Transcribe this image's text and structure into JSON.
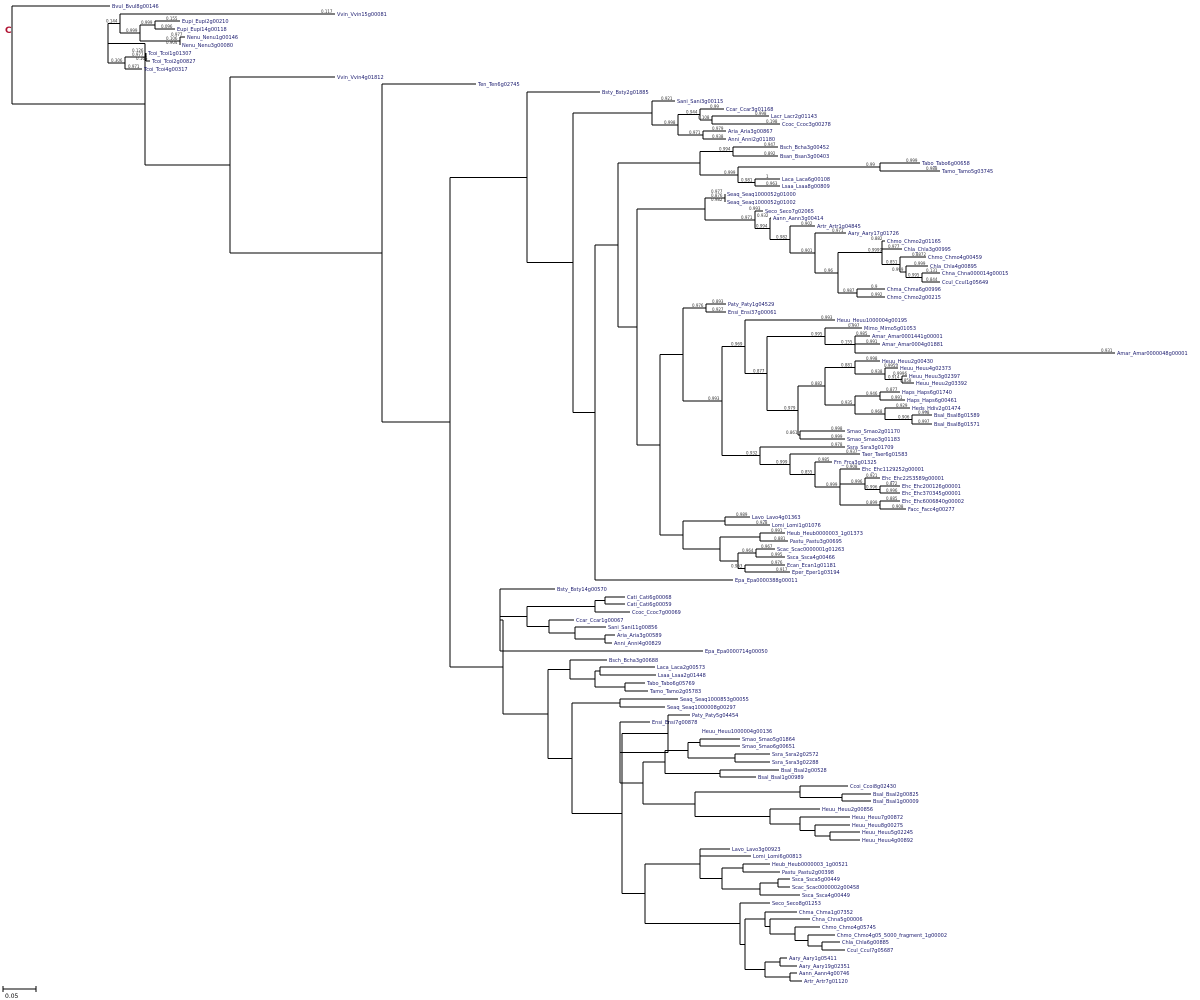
{
  "tree": {
    "scale_bar_label": "0.05",
    "root_marker": "C",
    "leaves": [
      {
        "id": "l1",
        "label": "Bvul_Bvul8g00146"
      },
      {
        "id": "l2",
        "label": "Vvin_Vvin15g00081"
      },
      {
        "id": "l3",
        "label": "Eupi_Eupi2g00210"
      },
      {
        "id": "l4",
        "label": "Eupi_Eupi14g00118"
      },
      {
        "id": "l5",
        "label": "Nenu_Nenu1g00146"
      },
      {
        "id": "l6",
        "label": "Nenu_Nenu3g00080"
      },
      {
        "id": "l7",
        "label": "Tcoi_Tcoi1g01307"
      },
      {
        "id": "l8",
        "label": "Tcoi_Tcoi2g00827"
      },
      {
        "id": "l9",
        "label": "Tcoi_Tcoi4g00317"
      },
      {
        "id": "l10",
        "label": "Vvin_Vvin4g01812"
      },
      {
        "id": "l11",
        "label": "Ten_Ten6g02745"
      },
      {
        "id": "l12",
        "label": "Bsty_Bsty2g01885"
      },
      {
        "id": "l13",
        "label": "Sani_Sani3g00115"
      },
      {
        "id": "l14",
        "label": "Ccar_Ccar3g01168"
      },
      {
        "id": "l15",
        "label": "Lacr_Lacr2g01143"
      },
      {
        "id": "l16",
        "label": "Ccoc_Ccoc3g00278"
      },
      {
        "id": "l17",
        "label": "Aria_Aria3g00867"
      },
      {
        "id": "l18",
        "label": "Anni_Anni2g01180"
      },
      {
        "id": "l19",
        "label": "Bsch_Bcha3g00452"
      },
      {
        "id": "l20",
        "label": "Bsan_Bsan3g00403"
      },
      {
        "id": "l21",
        "label": "Tabo_Tabo6g00658"
      },
      {
        "id": "l22",
        "label": "Tamo_Tamo5g03745"
      },
      {
        "id": "l23",
        "label": "Laca_Laca6g00108"
      },
      {
        "id": "l24",
        "label": "Lsaa_Lsaa8g00809"
      },
      {
        "id": "l25",
        "label": "Seaq_Seaq1000052g01000"
      },
      {
        "id": "l26",
        "label": "Seaq_Seaq1000052g01002"
      },
      {
        "id": "l27",
        "label": "Seco_Seco7g02065"
      },
      {
        "id": "l28",
        "label": "Aann_Aann3g00414"
      },
      {
        "id": "l29",
        "label": "Artr_Artr1g04845"
      },
      {
        "id": "l30",
        "label": "Aary_Aary17g01726"
      },
      {
        "id": "l31",
        "label": "Chmo_Chmo2g01165"
      },
      {
        "id": "l32",
        "label": "Chla_Chla3g00995"
      },
      {
        "id": "l33",
        "label": "Chmo_Chmo4g00459"
      },
      {
        "id": "l34",
        "label": "Chla_Chla4g00895"
      },
      {
        "id": "l35",
        "label": "Chna_Chna000014g00015"
      },
      {
        "id": "l36",
        "label": "Ccul_Ccul1g05649"
      },
      {
        "id": "l37",
        "label": "Chma_Chma6g00996"
      },
      {
        "id": "l38",
        "label": "Chmo_Chmo2g00215"
      },
      {
        "id": "l39",
        "label": "Paty_Paty1g04529"
      },
      {
        "id": "l40",
        "label": "Ensi_Ensi37g00061"
      },
      {
        "id": "l41",
        "label": "Heuu_Heuu1000004g00195"
      },
      {
        "id": "l42",
        "label": "Mimo_Mimo5g01053"
      },
      {
        "id": "l43",
        "label": "Amar_Amar0001441g00001"
      },
      {
        "id": "l44",
        "label": "Amar_Amar0004g01881"
      },
      {
        "id": "l45",
        "label": "Amar_Amar0000048g00001"
      },
      {
        "id": "l46",
        "label": "Heuu_Heuu2g00430"
      },
      {
        "id": "l47",
        "label": "Heuu_Heuu4g02373"
      },
      {
        "id": "l48",
        "label": "Heuu_Heuu3g02397"
      },
      {
        "id": "l49",
        "label": "Heuu_Heuu2g03392"
      },
      {
        "id": "l50",
        "label": "Haps_Haps6g01740"
      },
      {
        "id": "l51",
        "label": "Haps_Haps6g00461"
      },
      {
        "id": "l52",
        "label": "Heds_Hdiv2g01474"
      },
      {
        "id": "l53",
        "label": "Bsal_Bsal8g01589"
      },
      {
        "id": "l54",
        "label": "Bsal_Bsal8g01571"
      },
      {
        "id": "l55",
        "label": "Smao_Smao2g01170"
      },
      {
        "id": "l56",
        "label": "Smao_Smao3g01183"
      },
      {
        "id": "l57",
        "label": "Ssra_Ssra3g01709"
      },
      {
        "id": "l58",
        "label": "Taer_Taer6g01583"
      },
      {
        "id": "l59",
        "label": "Frn_Frca3g01325"
      },
      {
        "id": "l60",
        "label": "Ehc_Ehc1129252g00001"
      },
      {
        "id": "l61",
        "label": "Ehc_Ehc2253589g00001"
      },
      {
        "id": "l62",
        "label": "Ehc_Ehc200126g00001"
      },
      {
        "id": "l63",
        "label": "Ehc_Ehc370345g00001"
      },
      {
        "id": "l64",
        "label": "Ehc_Ehc6006840g00002"
      },
      {
        "id": "l65",
        "label": "Facc_Facc4g00277"
      },
      {
        "id": "l66",
        "label": "Lavo_Lavo4g01363"
      },
      {
        "id": "l67",
        "label": "Lomi_Lomi1g01076"
      },
      {
        "id": "l68",
        "label": "Heub_Heub0000003_1g01373"
      },
      {
        "id": "l69",
        "label": "Pastu_Pastu3g00695"
      },
      {
        "id": "l70",
        "label": "Scac_Scac0000001g01263"
      },
      {
        "id": "l71",
        "label": "Ssca_Ssca4g00466"
      },
      {
        "id": "l72",
        "label": "Ecan_Ecan1g01181"
      },
      {
        "id": "l73",
        "label": "Eper_Eper1g03194"
      },
      {
        "id": "l74",
        "label": "Epa_Epa0000388g00011"
      },
      {
        "id": "l75",
        "label": "Bsty_Bsty14g00570"
      },
      {
        "id": "l76",
        "label": "Cati_Cati6g00068"
      },
      {
        "id": "l77",
        "label": "Cati_Cati6g00059"
      },
      {
        "id": "l78",
        "label": "Ccoc_Ccoc7g00069"
      },
      {
        "id": "l79",
        "label": "Ccar_Ccar1g00067"
      },
      {
        "id": "l80",
        "label": "Sani_Sani11g00856"
      },
      {
        "id": "l81",
        "label": "Aria_Aria3g00589"
      },
      {
        "id": "l82",
        "label": "Anni_Anni4g00829"
      },
      {
        "id": "l83",
        "label": "Epa_Epa0000714g00050"
      },
      {
        "id": "l84",
        "label": "Bsch_Bcha3g00688"
      },
      {
        "id": "l85",
        "label": "Laca_Laca2g00573"
      },
      {
        "id": "l86",
        "label": "Lsaa_Lsaa2g01448"
      },
      {
        "id": "l87",
        "label": "Tabo_Tabo6g05769"
      },
      {
        "id": "l88",
        "label": "Tamo_Tamo2g05783"
      },
      {
        "id": "l89",
        "label": "Seaq_Seaq1000853g00055"
      },
      {
        "id": "l90",
        "label": "Seaq_Seaq1000008g00297"
      },
      {
        "id": "l91",
        "label": "Paty_Paty5g04454"
      },
      {
        "id": "l92",
        "label": "Ensi_Ensi7g00878"
      },
      {
        "id": "l93",
        "label": "Heuu_Heuu1000004g00136"
      },
      {
        "id": "l94",
        "label": "Smao_Smao5g01864"
      },
      {
        "id": "l95",
        "label": "Smao_Smao6g00651"
      },
      {
        "id": "l96",
        "label": "Ssra_Ssra2g02572"
      },
      {
        "id": "l97",
        "label": "Ssra_Ssra3g02288"
      },
      {
        "id": "l98",
        "label": "Bsal_Bsal2g00528"
      },
      {
        "id": "l99",
        "label": "Bsal_Bsal1g00989"
      },
      {
        "id": "l100",
        "label": "Ccoi_Ccoi8g02430"
      },
      {
        "id": "l101",
        "label": "Bsal_Bsal2g00825"
      },
      {
        "id": "l102",
        "label": "Bsal_Bsal1g00009"
      },
      {
        "id": "l103",
        "label": "Heuu_Heuu2g00856"
      },
      {
        "id": "l104",
        "label": "Heuu_Heuu7g00872"
      },
      {
        "id": "l105",
        "label": "Heuu_Heuu8g00275"
      },
      {
        "id": "l106",
        "label": "Heuu_Heuu5g02245"
      },
      {
        "id": "l107",
        "label": "Heuu_Heuu4g00892"
      },
      {
        "id": "l108",
        "label": "Lavo_Lavo3g00923"
      },
      {
        "id": "l109",
        "label": "Lomi_Lomi6g00813"
      },
      {
        "id": "l110",
        "label": "Heub_Heub0000003_1g00521"
      },
      {
        "id": "l111",
        "label": "Pastu_Pastu2g00398"
      },
      {
        "id": "l112",
        "label": "Ssca_Ssca5g00449"
      },
      {
        "id": "l113",
        "label": "Scac_Scac0000002g00458"
      },
      {
        "id": "l114",
        "label": "Ssca_Ssca4g00449"
      },
      {
        "id": "l115",
        "label": "Seco_Seco8g01253"
      },
      {
        "id": "l116",
        "label": "Chma_Chma1g07352"
      },
      {
        "id": "l117",
        "label": "Chna_Chna5g00006"
      },
      {
        "id": "l118",
        "label": "Chmo_Chmo4g05745"
      },
      {
        "id": "l119",
        "label": "Chmo_Chmo4g05_5000_fragment_1g00002"
      },
      {
        "id": "l120",
        "label": "Chla_Chla6g00885"
      },
      {
        "id": "l121",
        "label": "Ccul_Ccul7g05687"
      },
      {
        "id": "l122",
        "label": "Aary_Aary1g05411"
      },
      {
        "id": "l123",
        "label": "Aary_Aary19g02351"
      },
      {
        "id": "l124",
        "label": "Aann_Aann4g00746"
      },
      {
        "id": "l125",
        "label": "Artr_Artr7g01120"
      }
    ],
    "supports": [
      "0.155",
      "0.096",
      "0.977",
      "0.904",
      "0.999",
      "0.106",
      "0.117",
      "0.999",
      "0.126",
      "0.166",
      "0.977",
      "0.971",
      "0.144",
      "0.306",
      "0.998",
      "0.198",
      "0.99",
      "0.108",
      "0.979",
      "0.938",
      "0.944",
      "0.971",
      "0.921",
      "0.998",
      "0.947",
      "0.892",
      "0.999",
      "0.988",
      "1",
      "0.963",
      "0.99",
      "0.981",
      "0.994",
      "0.999",
      "0.977",
      "0.982",
      "0.131",
      "0.844",
      "0.999",
      "0.995",
      "0.8872",
      "0.999",
      "0.882",
      "0.977",
      "0.851",
      "0.9",
      "0.992",
      "0.9999",
      "0.987",
      "0.971",
      "0.96",
      "0.902",
      "0.901",
      "0.932",
      "0.982",
      "0.993",
      "0.994",
      "0.876",
      "0.971",
      "0.893",
      "0.927",
      "0.985",
      "0.991",
      "0.931",
      "0.997",
      "0.155",
      "0.9996",
      "0.858",
      "0.9953",
      "0.914",
      "0.998",
      "0.938",
      "0.877",
      "0.991",
      "0.998",
      "0.997",
      "0.929",
      "0.906",
      "0.946",
      "0.968",
      "0.881",
      "0.935",
      "0.998",
      "0.999",
      "0.882",
      "0.861",
      "0.995",
      "0.979",
      "0.993",
      "0.877",
      "0.872",
      "0.996",
      "0.921",
      "0.996",
      "0.885",
      "0.908",
      "0.908",
      "0.996",
      "0.899",
      "0.985",
      "0.999",
      "0.937",
      "0.855",
      "0.978",
      "0.999",
      "0.969",
      "0.932",
      "0.976",
      "0.993",
      "0.989",
      "0.928",
      "0.991",
      "0.881",
      "0.967",
      "0.995",
      "0.976",
      "0.917",
      "0.964",
      "0.953"
    ]
  }
}
